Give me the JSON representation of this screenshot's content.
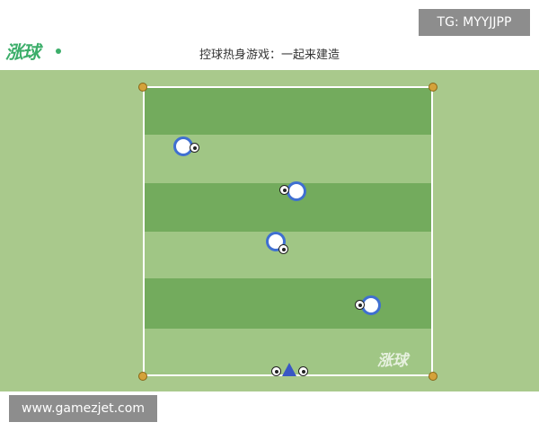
{
  "header": {
    "logo_text": "涨球",
    "title": "控球热身游戏：一起来建造",
    "tg_badge": "TG: MYYJJPP"
  },
  "diagram": {
    "watermark": "涨球",
    "colors": {
      "dark_stripe": "#73ab5d",
      "light_stripe": "#a0c685",
      "player": "#3f6fd1",
      "cone": "#3957c4",
      "corner": "#d4a23a"
    }
  },
  "footer": {
    "url_text": "www.gamezjet.com"
  }
}
